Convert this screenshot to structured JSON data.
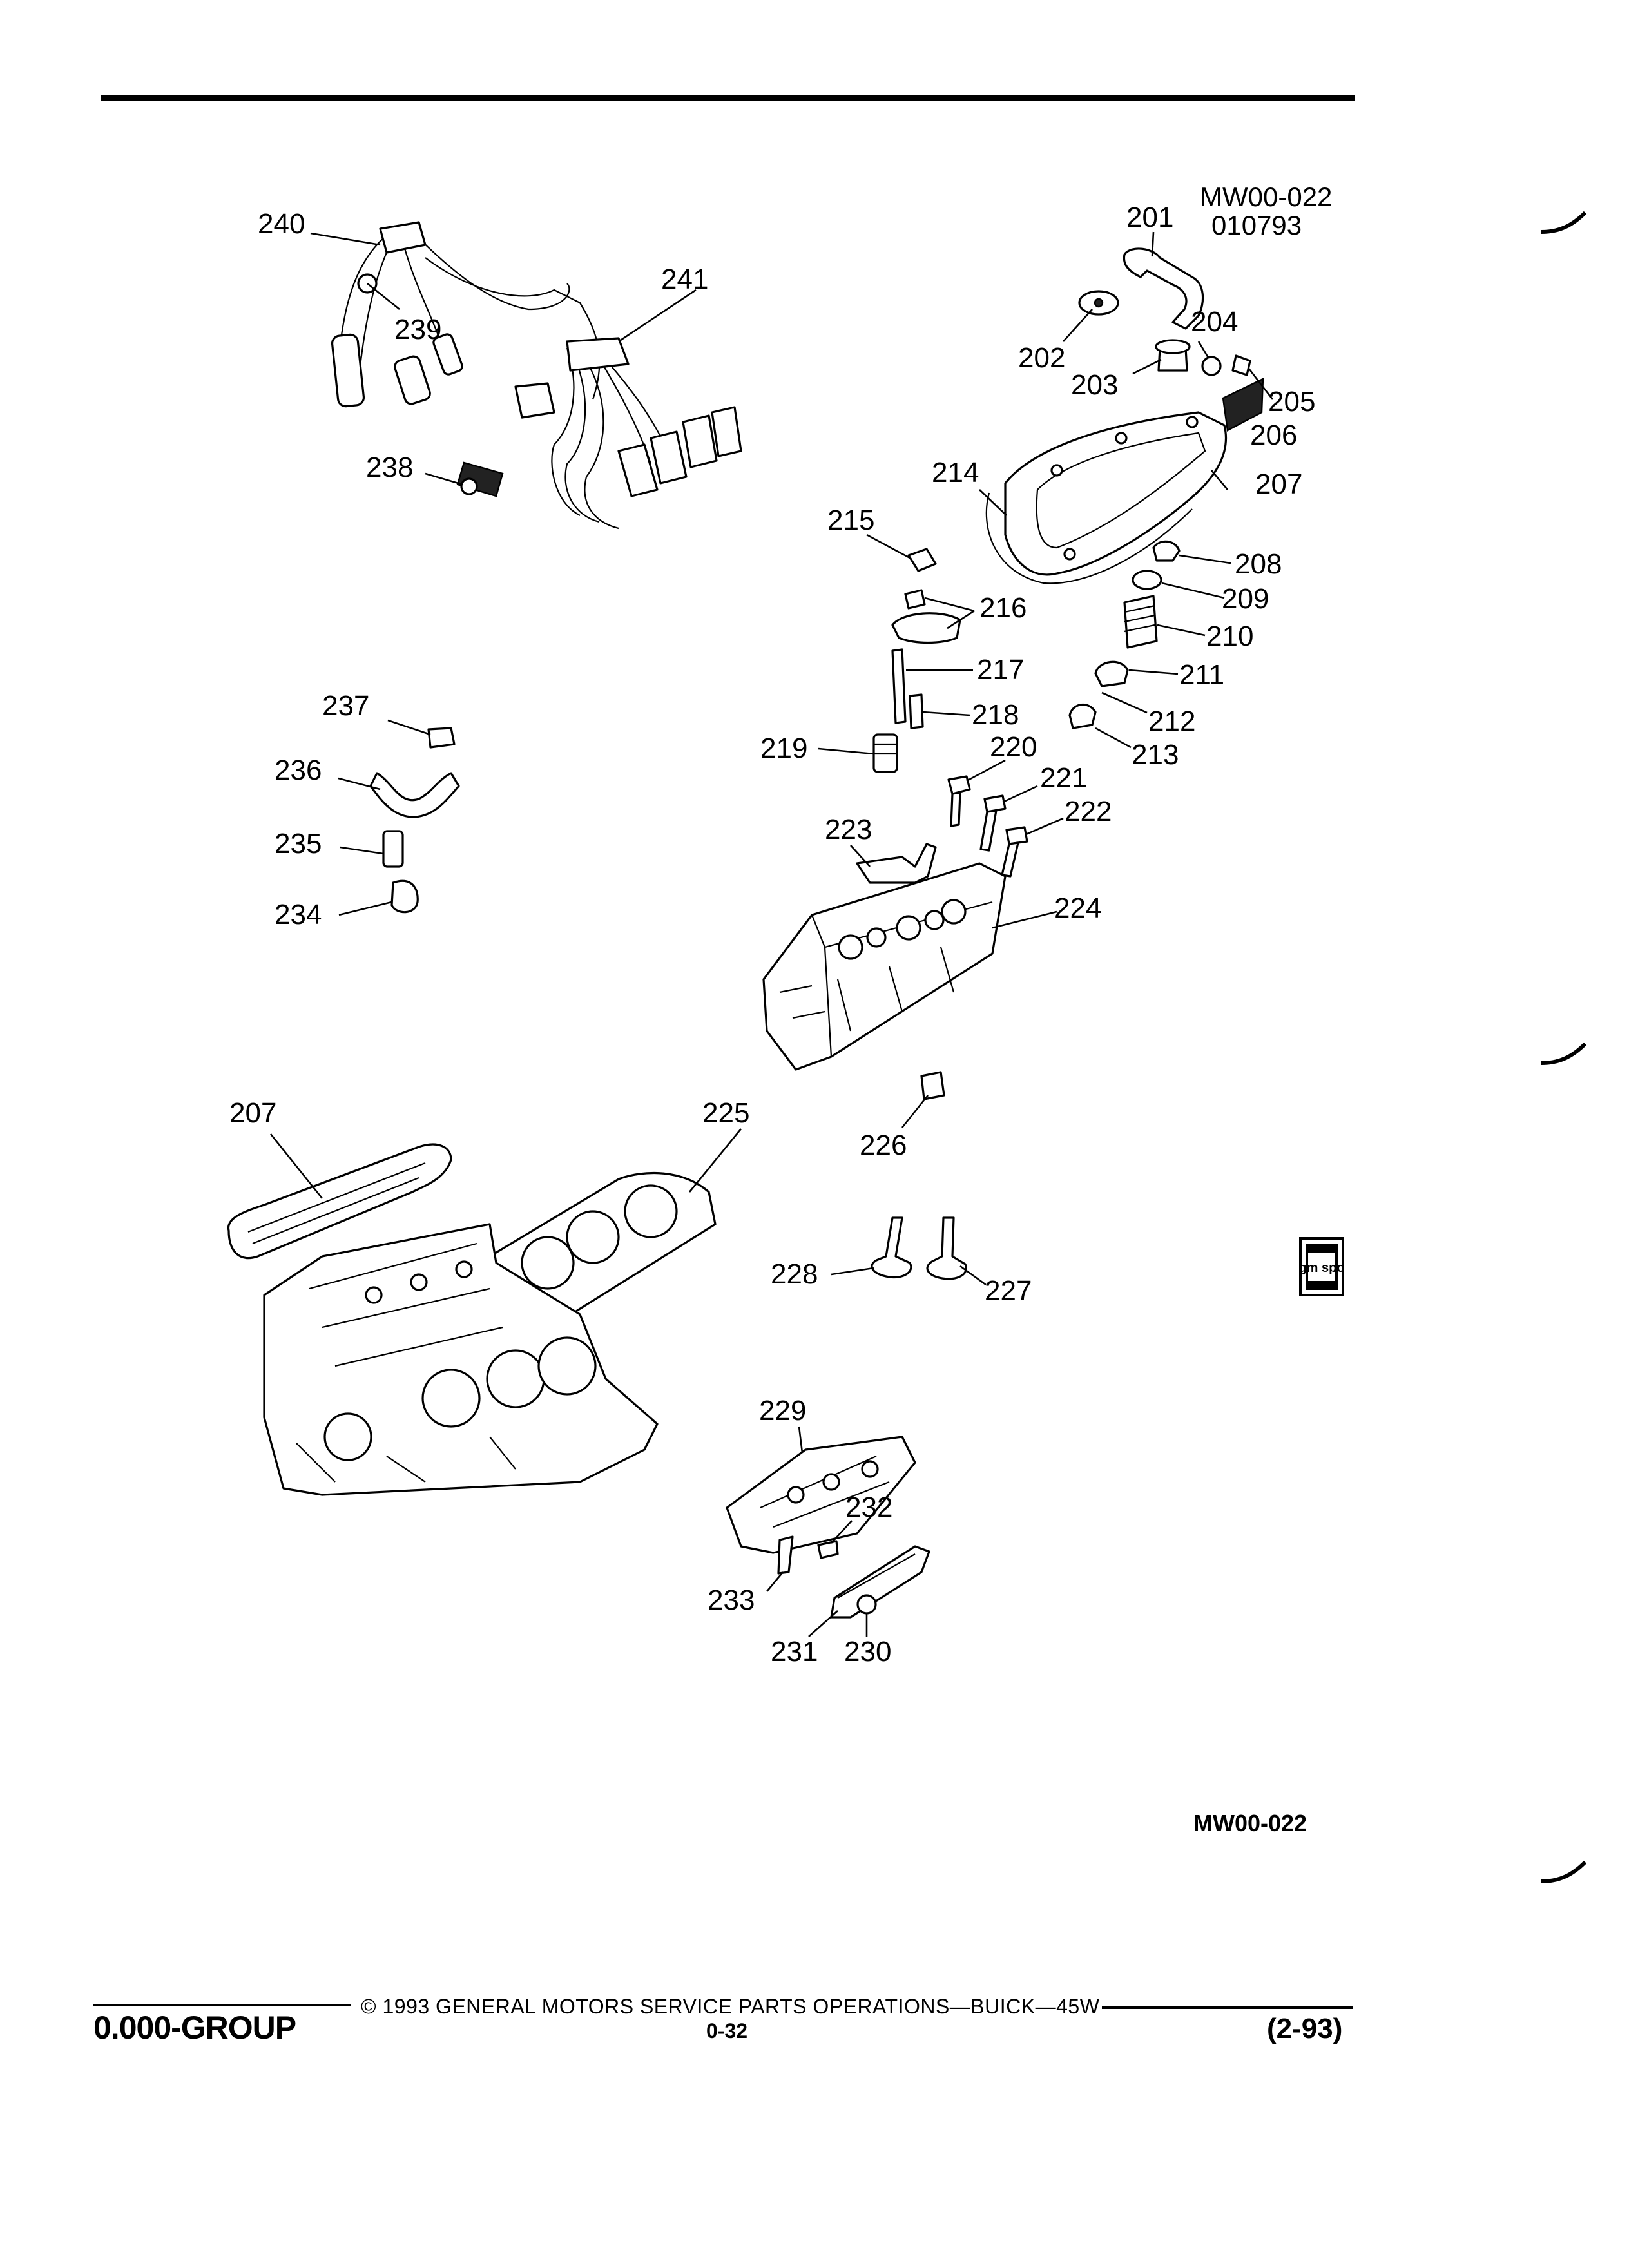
{
  "reference": {
    "code": "MW00-022",
    "date": "010793",
    "bottom_code": "MW00-022"
  },
  "callouts": {
    "p201": "201",
    "p202": "202",
    "p203": "203",
    "p204": "204",
    "p205": "205",
    "p206": "206",
    "p207": "207",
    "p207b": "207",
    "p208": "208",
    "p209": "209",
    "p210": "210",
    "p211": "211",
    "p212": "212",
    "p213": "213",
    "p214": "214",
    "p215": "215",
    "p216": "216",
    "p217": "217",
    "p218": "218",
    "p219": "219",
    "p220": "220",
    "p221": "221",
    "p222": "222",
    "p223": "223",
    "p224": "224",
    "p225": "225",
    "p226": "226",
    "p227": "227",
    "p228": "228",
    "p229": "229",
    "p230": "230",
    "p231": "231",
    "p232": "232",
    "p233": "233",
    "p234": "234",
    "p235": "235",
    "p236": "236",
    "p237": "237",
    "p238": "238",
    "p239": "239",
    "p240": "240",
    "p241": "241"
  },
  "logo": {
    "text": "gm spo"
  },
  "footer": {
    "group": "0.000-GROUP",
    "copyright": "© 1993 GENERAL MOTORS SERVICE PARTS OPERATIONS—BUICK—45W",
    "page": "0-32",
    "revision": "(2-93)"
  },
  "colors": {
    "ink": "#000000",
    "paper": "#ffffff"
  }
}
